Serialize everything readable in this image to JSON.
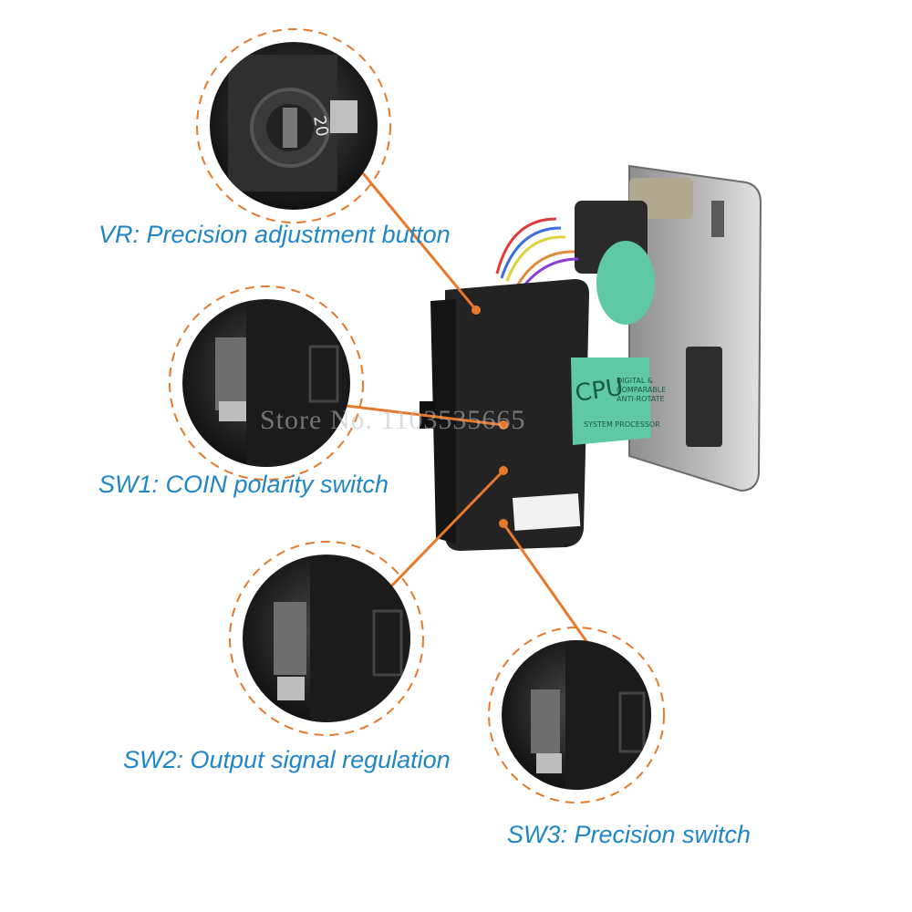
{
  "callouts": {
    "vr": {
      "label": "VR: Precision adjustment button"
    },
    "sw1": {
      "label": "SW1: COIN polarity switch"
    },
    "sw2": {
      "label": "SW2: Output signal regulation"
    },
    "sw3": {
      "label": "SW3: Precision switch"
    }
  },
  "watermark": "Store No. 1103535665",
  "device": {
    "cpu_label": "CPU",
    "cpu_sub1": "DIGITAL &",
    "cpu_sub2": "COMPARABLE",
    "cpu_sub3": "ANTI-ROTATE",
    "cpu_sub4": "SYSTEM PROCESSOR",
    "dial_text": "20"
  },
  "colors": {
    "accent": "#e8782a",
    "label": "#1f86c7",
    "device_body": "#232323",
    "green_label": "#5fc9a6"
  }
}
